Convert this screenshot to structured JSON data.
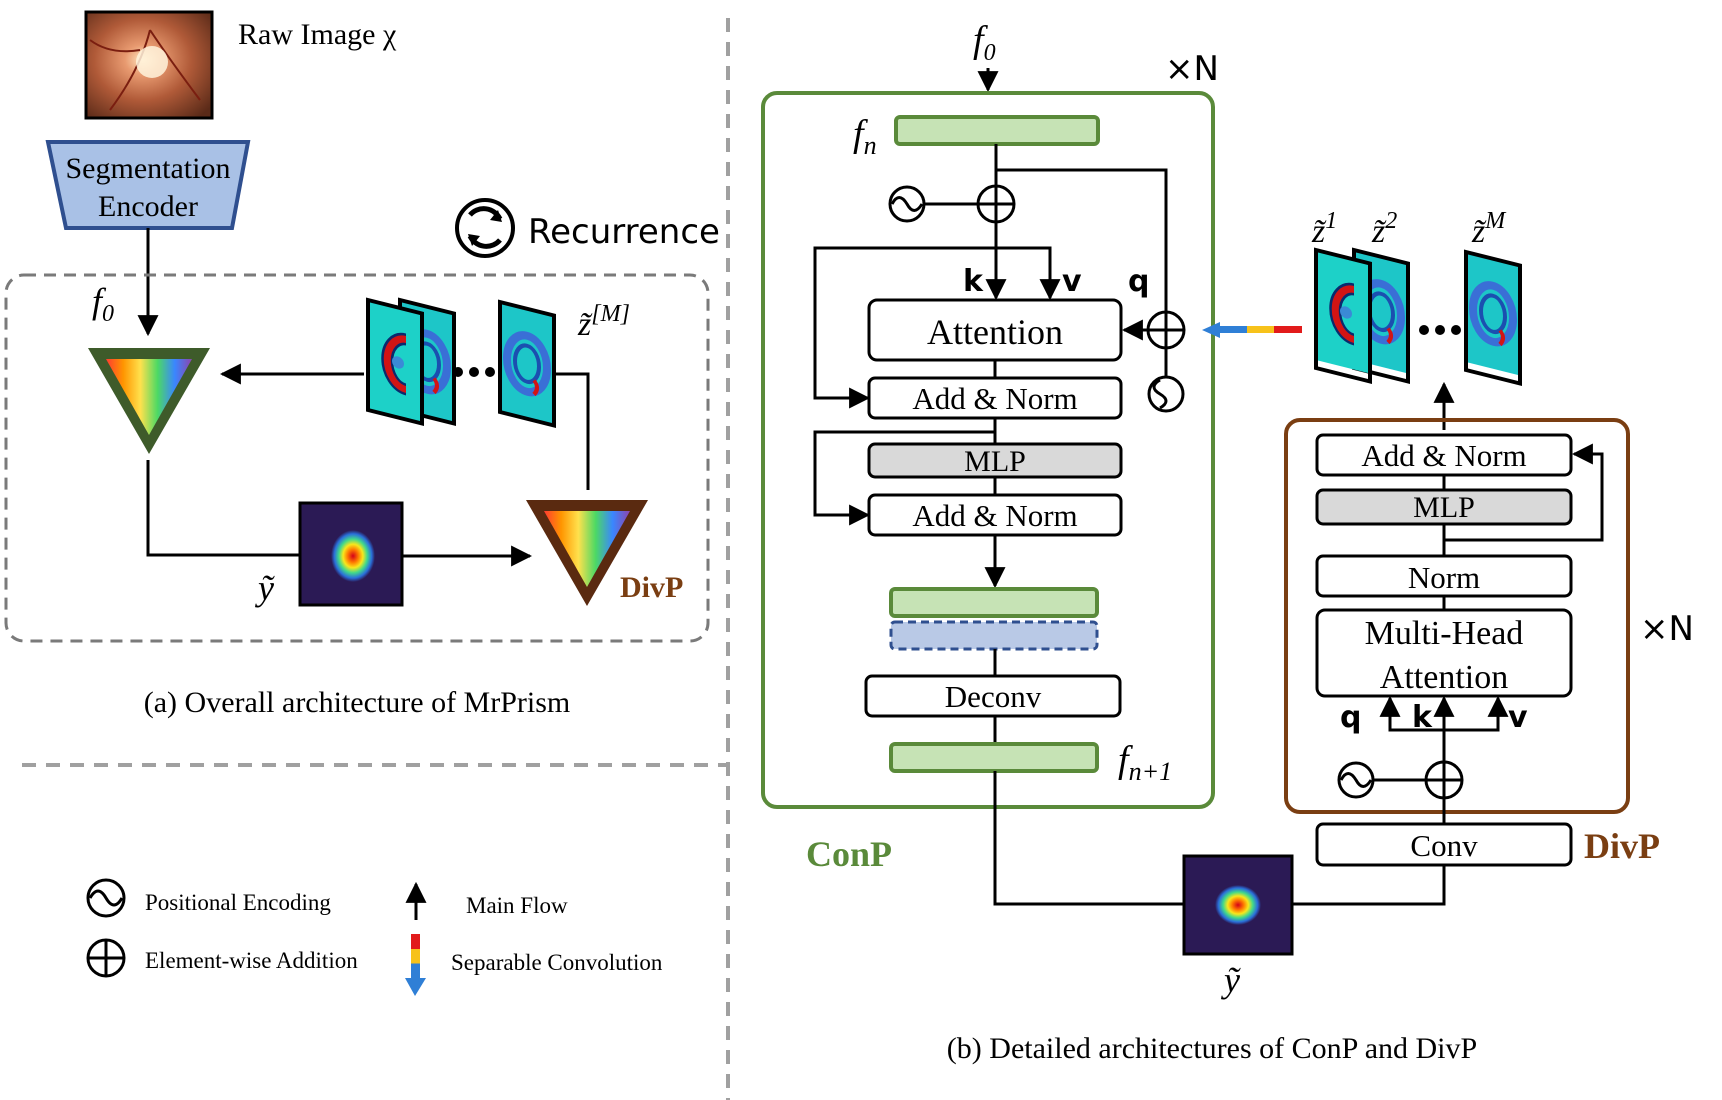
{
  "left": {
    "raw_image_label": "Raw Image χ",
    "encoder_line1": "Segmentation",
    "encoder_line2": "Encoder",
    "recurrence_label": "Recurrence",
    "f0": "f",
    "f0_sub": "0",
    "z_label": "z̃",
    "z_sup": "[M]",
    "y_label": "ỹ",
    "divp_label": "DivP",
    "caption_a": "(a) Overall architecture of MrPrism"
  },
  "legend": {
    "pos_enc": "Positional Encoding",
    "add": "Element-wise Addition",
    "main_flow": "Main Flow",
    "sep_conv": "Separable Convolution"
  },
  "conp": {
    "f0": "f",
    "f0_sub": "0",
    "fn": "f",
    "fn_sub": "n",
    "fn1": "f",
    "fn1_sub": "n+1",
    "times_n": "×N",
    "k": "k",
    "v": "v",
    "q": "q",
    "attention": "Attention",
    "add_norm_1": "Add & Norm",
    "mlp": "MLP",
    "add_norm_2": "Add & Norm",
    "deconv": "Deconv",
    "title": "ConP"
  },
  "divp": {
    "z1": "z̃",
    "z1_sup": "1",
    "z2": "z̃",
    "z2_sup": "2",
    "zM": "z̃",
    "zM_sup": "M",
    "add_norm": "Add & Norm",
    "mlp": "MLP",
    "norm": "Norm",
    "mha_line1": "Multi-Head",
    "mha_line2": "Attention",
    "q": "q",
    "k": "k",
    "v": "v",
    "times_n": "×N",
    "conv": "Conv",
    "title": "DivP",
    "y_label": "ỹ"
  },
  "caption_b": "(b) Detailed architectures of ConP and DivP",
  "colors": {
    "conp_green": "#5a8a3a",
    "divp_brown": "#7a3e12",
    "box_green_fill": "#c6e3b5",
    "box_blue_fill": "#b9c9e6",
    "mlp_gray": "#d9d9d9",
    "encoder_blue": "#a9c1e6",
    "dashed_gray": "#a0a0a0"
  }
}
